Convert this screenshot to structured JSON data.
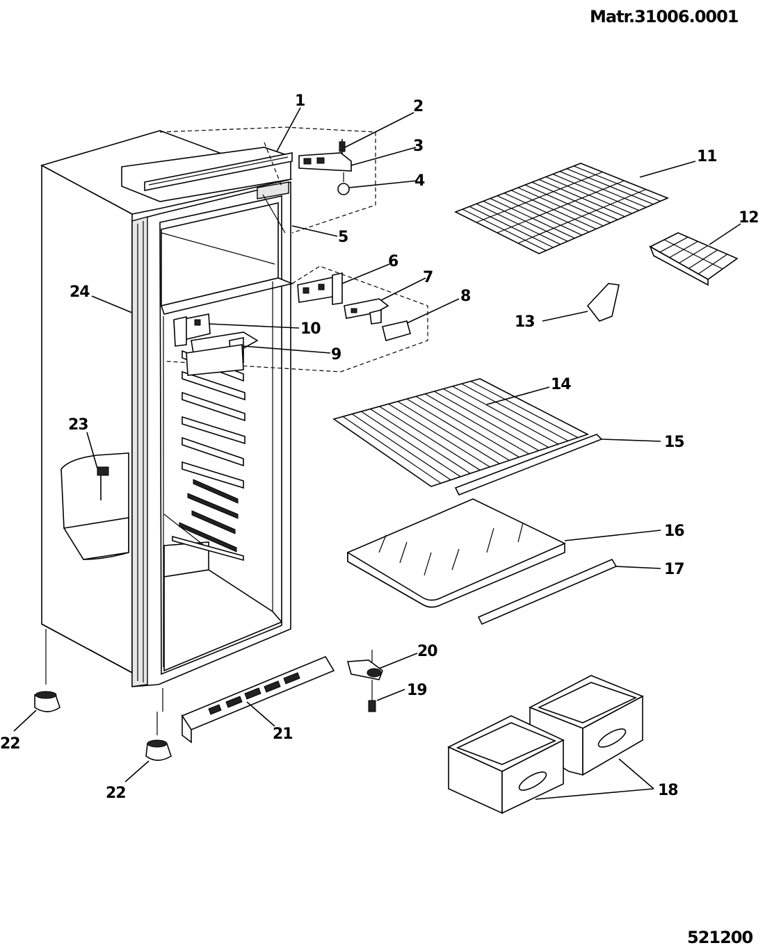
{
  "header": {
    "code": "Matr.31006.0001"
  },
  "footer": {
    "code": "521200"
  },
  "labels": {
    "l1": "1",
    "l2": "2",
    "l3": "3",
    "l4": "4",
    "l5": "5",
    "l6": "6",
    "l7": "7",
    "l8": "8",
    "l9": "9",
    "l10": "10",
    "l11": "11",
    "l12": "12",
    "l13": "13",
    "l14": "14",
    "l15": "15",
    "l16": "16",
    "l17": "17",
    "l18": "18",
    "l19": "19",
    "l20": "20",
    "l21": "21",
    "l22a": "22",
    "l22b": "22",
    "l23": "23",
    "l24": "24"
  }
}
